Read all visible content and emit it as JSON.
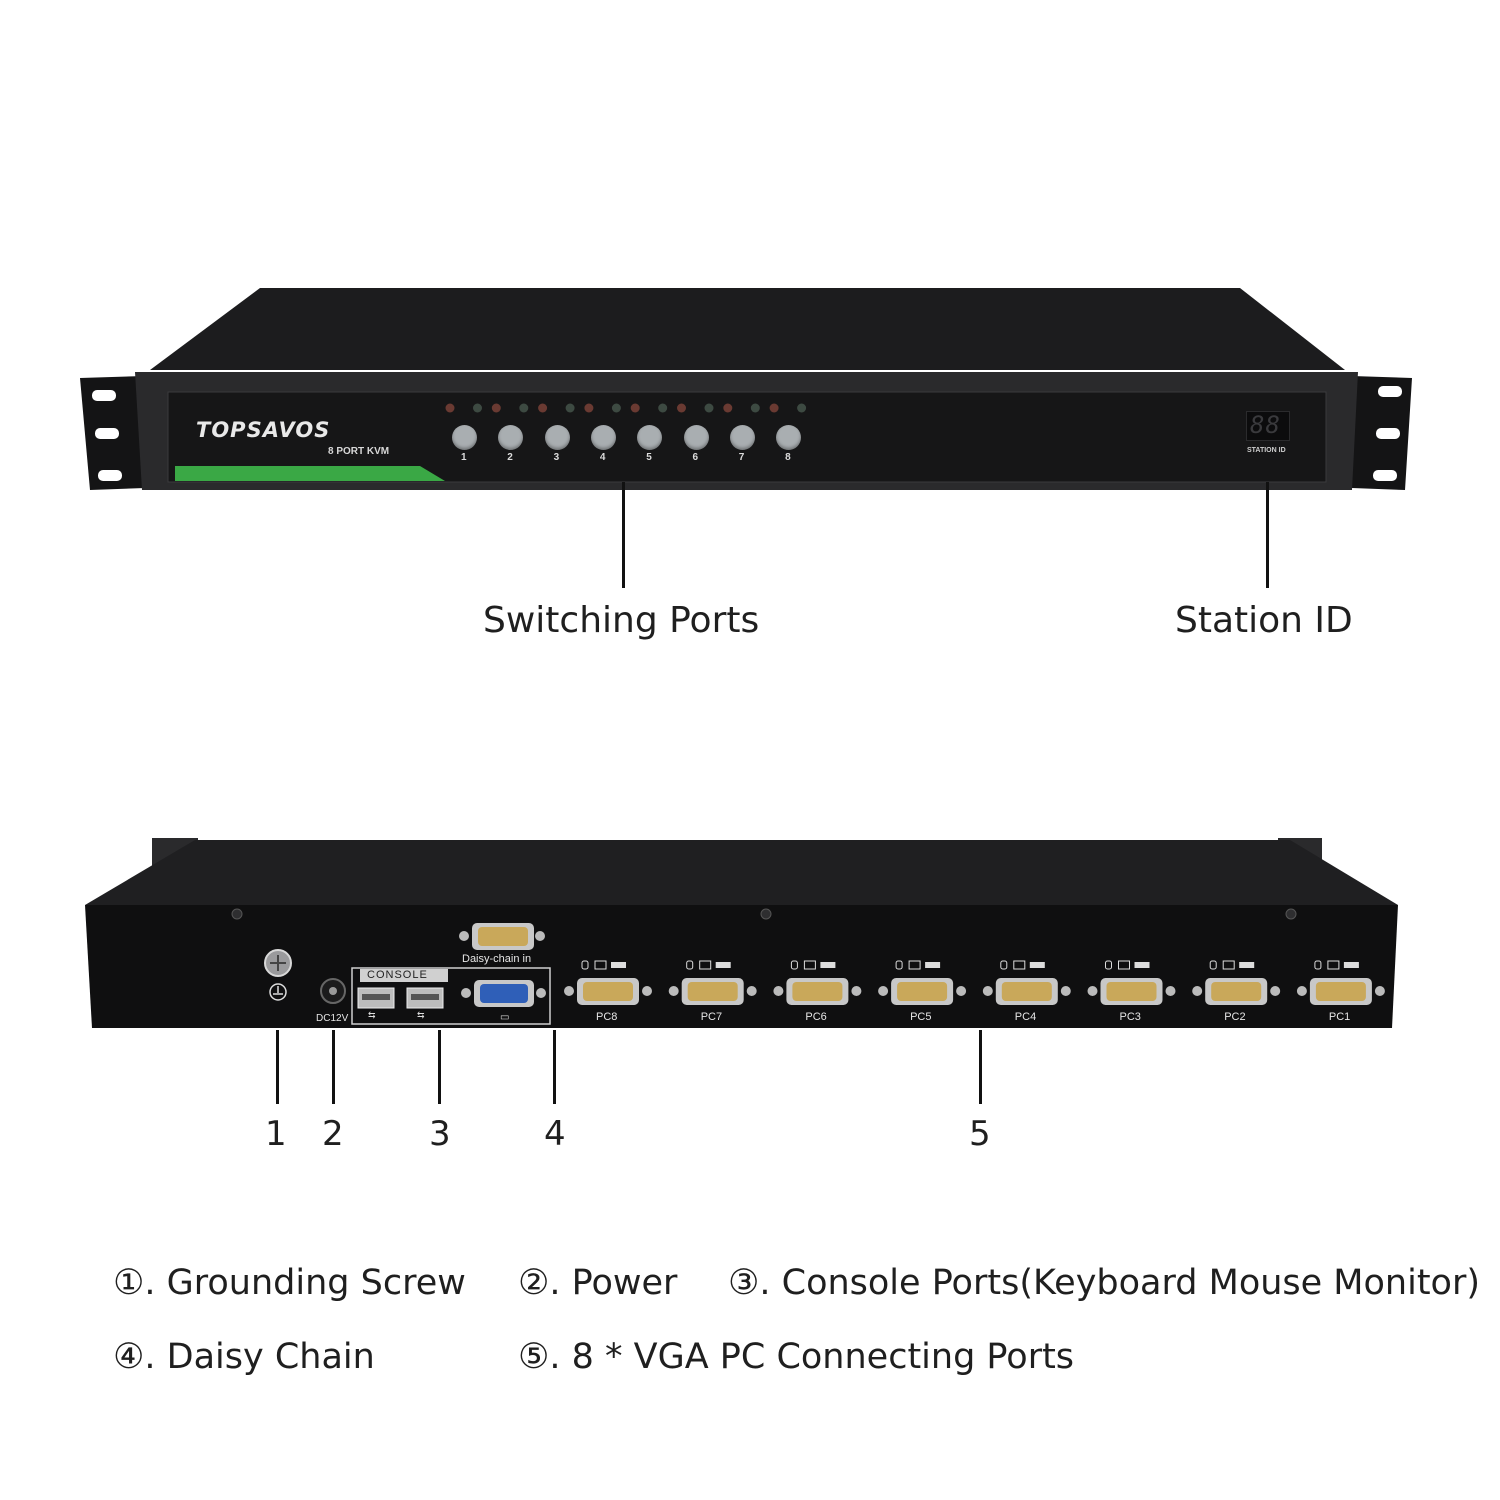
{
  "front": {
    "brand": "TOPSAVOS",
    "model": "8 PORT KVM",
    "port_buttons": [
      "1",
      "2",
      "3",
      "4",
      "5",
      "6",
      "7",
      "8"
    ],
    "station_display": "88",
    "station_label": "STATION ID",
    "accent_color": "#3aa845"
  },
  "front_callouts": {
    "switching_ports": "Switching Ports",
    "station_id": "Station ID"
  },
  "rear": {
    "daisy_chain_label": "Daisy-chain in",
    "console_label": "CONSOLE",
    "power_label": "DC12V",
    "pc_ports": [
      "PC8",
      "PC7",
      "PC6",
      "PC5",
      "PC4",
      "PC3",
      "PC2",
      "PC1"
    ]
  },
  "rear_callouts": [
    "1",
    "2",
    "3",
    "4",
    "5"
  ],
  "legend": {
    "item1": "①. Grounding Screw",
    "item2": "②. Power",
    "item3": "③. Console Ports(Keyboard Mouse Monitor)",
    "item4": "④. Daisy Chain",
    "item5": "⑤. 8 * VGA PC Connecting Ports"
  }
}
